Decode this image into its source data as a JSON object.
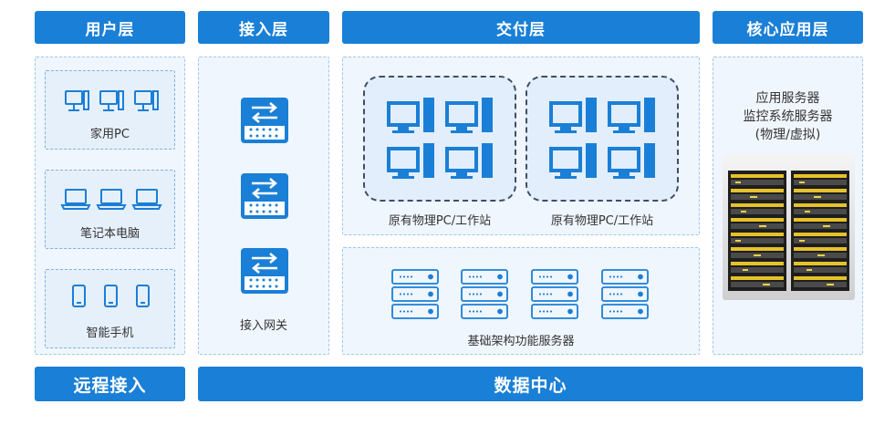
{
  "headers": {
    "user_layer": "用户层",
    "access_layer": "接入层",
    "delivery_layer": "交付层",
    "core_layer": "核心应用层",
    "remote_access": "远程接入",
    "data_center": "数据中心"
  },
  "user_layer": {
    "desktop_label": "家用PC",
    "laptop_label": "笔记本电脑",
    "phone_label": "智能手机"
  },
  "access_layer": {
    "gateway_label": "接入网关"
  },
  "delivery_layer": {
    "group1_label": "原有物理PC/工作站",
    "group2_label": "原有物理PC/工作站",
    "infra_label": "基础架构功能服务器"
  },
  "core_layer": {
    "line1": "应用服务器",
    "line2": "监控系统服务器",
    "line3": "(物理/虚拟)"
  },
  "colors": {
    "accent": "#1a7fd6",
    "panel_bg": "#f0f6fd",
    "icon_blue": "#1a7fd6"
  }
}
